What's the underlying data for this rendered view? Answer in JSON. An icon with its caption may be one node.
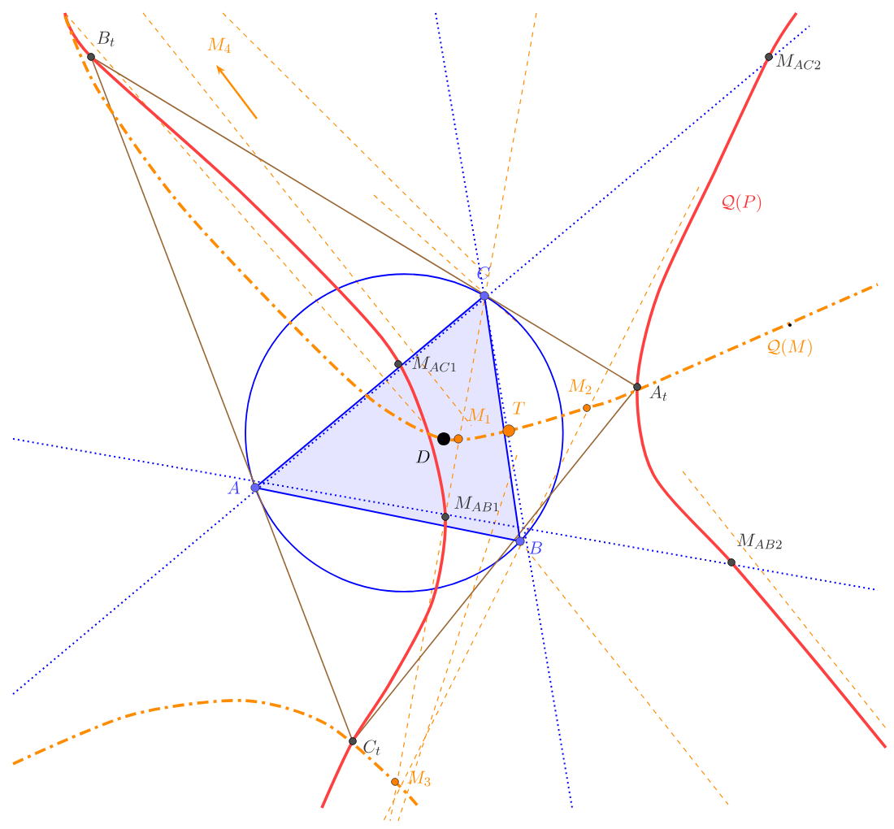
{
  "diagram": {
    "labels": [
      "B_t",
      "M_4",
      "M_{AC2}",
      "\\mathcal{Q}(P)",
      "C",
      "\\mathcal{Q}(M)",
      "M_{AC1}",
      "M_2",
      "A_t",
      "M_1",
      "T",
      "A",
      "D",
      "M_{AB1}",
      "B",
      "M_{AB2}",
      "C_t",
      "M_3"
    ]
  }
}
